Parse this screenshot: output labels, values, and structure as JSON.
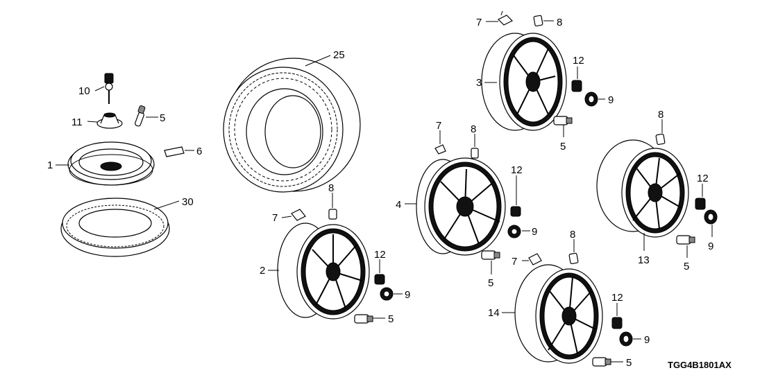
{
  "diagram": {
    "code": "TGG4B1801AX",
    "callouts": [
      {
        "id": "c10",
        "text": "10"
      },
      {
        "id": "c11",
        "text": "11"
      },
      {
        "id": "c5a",
        "text": "5"
      },
      {
        "id": "c1",
        "text": "1"
      },
      {
        "id": "c6",
        "text": "6"
      },
      {
        "id": "c30",
        "text": "30"
      },
      {
        "id": "c25",
        "text": "25"
      },
      {
        "id": "c7a",
        "text": "7"
      },
      {
        "id": "c8a",
        "text": "8"
      },
      {
        "id": "c3",
        "text": "3"
      },
      {
        "id": "c12a",
        "text": "12"
      },
      {
        "id": "c9a",
        "text": "9"
      },
      {
        "id": "c5b",
        "text": "5"
      },
      {
        "id": "c7b",
        "text": "7"
      },
      {
        "id": "c8b",
        "text": "8"
      },
      {
        "id": "c4",
        "text": "4"
      },
      {
        "id": "c12b",
        "text": "12"
      },
      {
        "id": "c9b",
        "text": "9"
      },
      {
        "id": "c5c",
        "text": "5"
      },
      {
        "id": "c8c",
        "text": "8"
      },
      {
        "id": "c12c",
        "text": "12"
      },
      {
        "id": "c9c",
        "text": "9"
      },
      {
        "id": "c13",
        "text": "13"
      },
      {
        "id": "c5d",
        "text": "5"
      },
      {
        "id": "c8d",
        "text": "8"
      },
      {
        "id": "c7c",
        "text": "7"
      },
      {
        "id": "c2",
        "text": "2"
      },
      {
        "id": "c12d",
        "text": "12"
      },
      {
        "id": "c9d",
        "text": "9"
      },
      {
        "id": "c5e",
        "text": "5"
      },
      {
        "id": "c8e",
        "text": "8"
      },
      {
        "id": "c7d",
        "text": "7"
      },
      {
        "id": "c14",
        "text": "14"
      },
      {
        "id": "c12e",
        "text": "12"
      },
      {
        "id": "c9e",
        "text": "9"
      },
      {
        "id": "c5f",
        "text": "5"
      }
    ]
  }
}
